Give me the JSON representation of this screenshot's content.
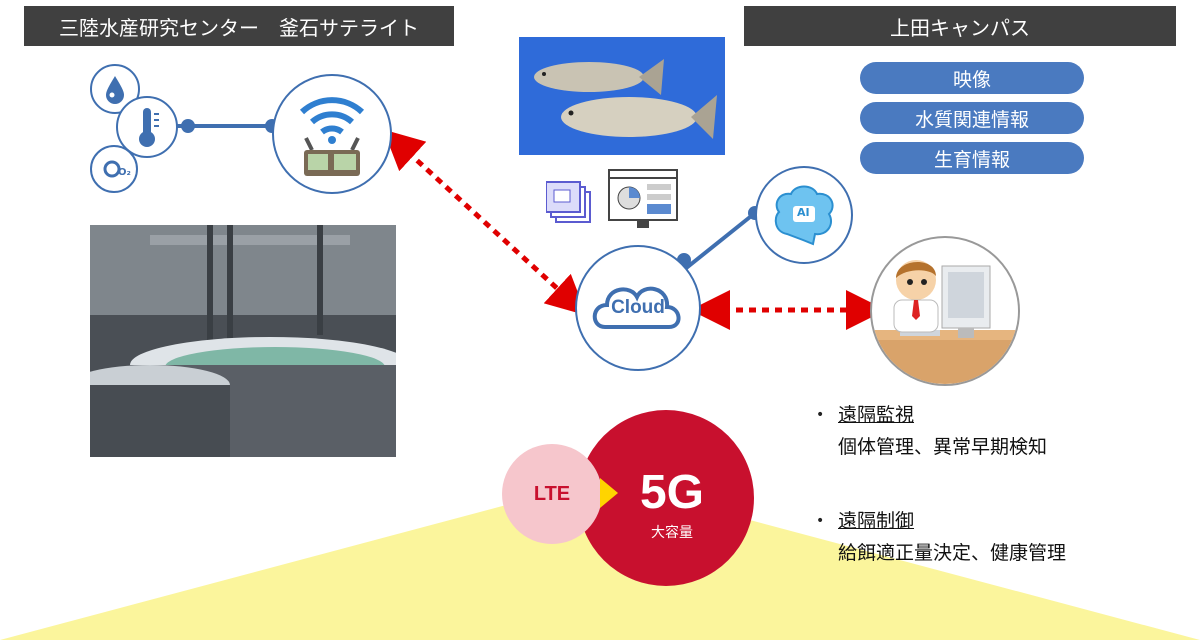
{
  "left_header": "三陸水産研究センター　釜石サテライト",
  "right_header": "上田キャンパス",
  "pills": [
    "映像",
    "水質関連情報",
    "生育情報"
  ],
  "cloud_label": "Cloud",
  "ai_label": "AI",
  "o2_label": "O₂",
  "lte_label": "LTE",
  "g5_label": "5G",
  "g5_sub": "大容量",
  "bullets": [
    {
      "title": "遠隔監視",
      "desc": "個体管理、異常早期検知"
    },
    {
      "title": "遠隔制御",
      "desc": "給餌適正量決定、健康管理"
    }
  ],
  "colors": {
    "header_bg": "#404040",
    "pill_bg": "#4a7ac0",
    "line": "#3f6fb0",
    "arrow": "#e00000",
    "lte": "#f6c6cc",
    "g5": "#c8102e",
    "beam": "#fbf59c",
    "fish_bg": "#2f6bd9"
  },
  "icons": [
    "water-drop-icon",
    "thermometer-icon",
    "oxygen-icon",
    "wifi-router-icon",
    "fish-image",
    "report-icon",
    "dashboard-icon",
    "ai-brain-icon",
    "cloud-icon",
    "person-at-computer-icon",
    "aquarium-photo"
  ]
}
